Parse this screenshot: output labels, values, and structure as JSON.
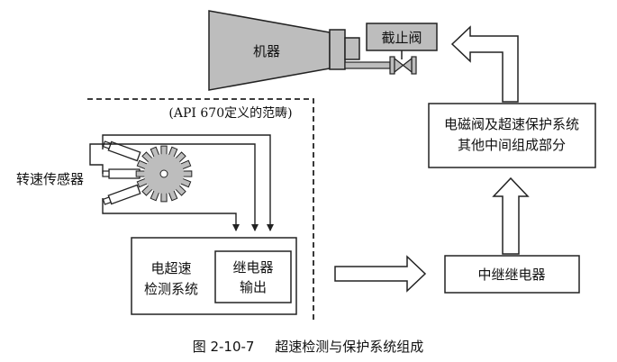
{
  "labels": {
    "machine": "机器",
    "shutoff_valve": "截止阀",
    "api_scope": "(API 670定义的范畴)",
    "speed_sensor": "转速传感器",
    "solenoid_line1": "电磁阀及超速保护系统",
    "solenoid_line2": "其他中间组成部分",
    "detect_line1": "电超速",
    "detect_line2": "检测系统",
    "relay_out_line1": "继电器",
    "relay_out_line2": "输出",
    "intermediate_relay": "中继继电器"
  },
  "caption": {
    "figure_no": "图 2-10-7",
    "title": "超速检测与保护系统组成"
  },
  "colors": {
    "gray_fill": "#bdbdbd",
    "stroke": "#222222"
  }
}
